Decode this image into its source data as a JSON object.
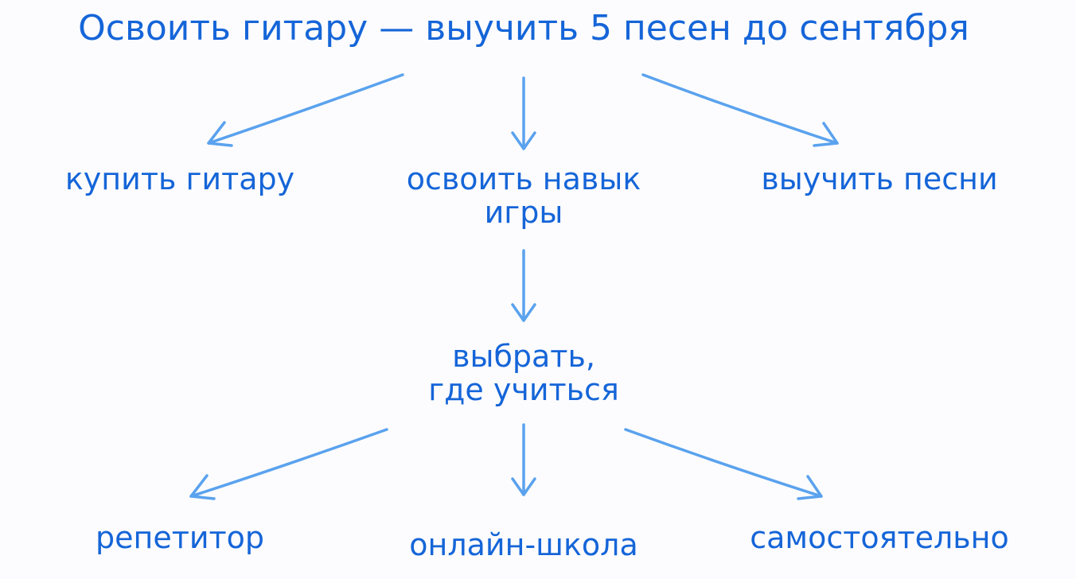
{
  "colors": {
    "text": "#1565d8",
    "arrow": "#5aa2ee",
    "background": "#fcfcfe"
  },
  "diagram": {
    "title": "Освоить гитару — выучить 5 песен до сентября",
    "level1": {
      "buy": "купить гитару",
      "skill_line1": "освоить навык",
      "skill_line2": "игры",
      "songs": "выучить песни"
    },
    "level2": {
      "choose_line1": "выбрать,",
      "choose_line2": "где учиться"
    },
    "level3": {
      "tutor": "репетитор",
      "online": "онлайн-школа",
      "self": "самостоятельно"
    },
    "edges": [
      {
        "from": "title",
        "to": "buy"
      },
      {
        "from": "title",
        "to": "skill"
      },
      {
        "from": "title",
        "to": "songs"
      },
      {
        "from": "skill",
        "to": "choose"
      },
      {
        "from": "choose",
        "to": "tutor"
      },
      {
        "from": "choose",
        "to": "online"
      },
      {
        "from": "choose",
        "to": "self"
      }
    ]
  }
}
